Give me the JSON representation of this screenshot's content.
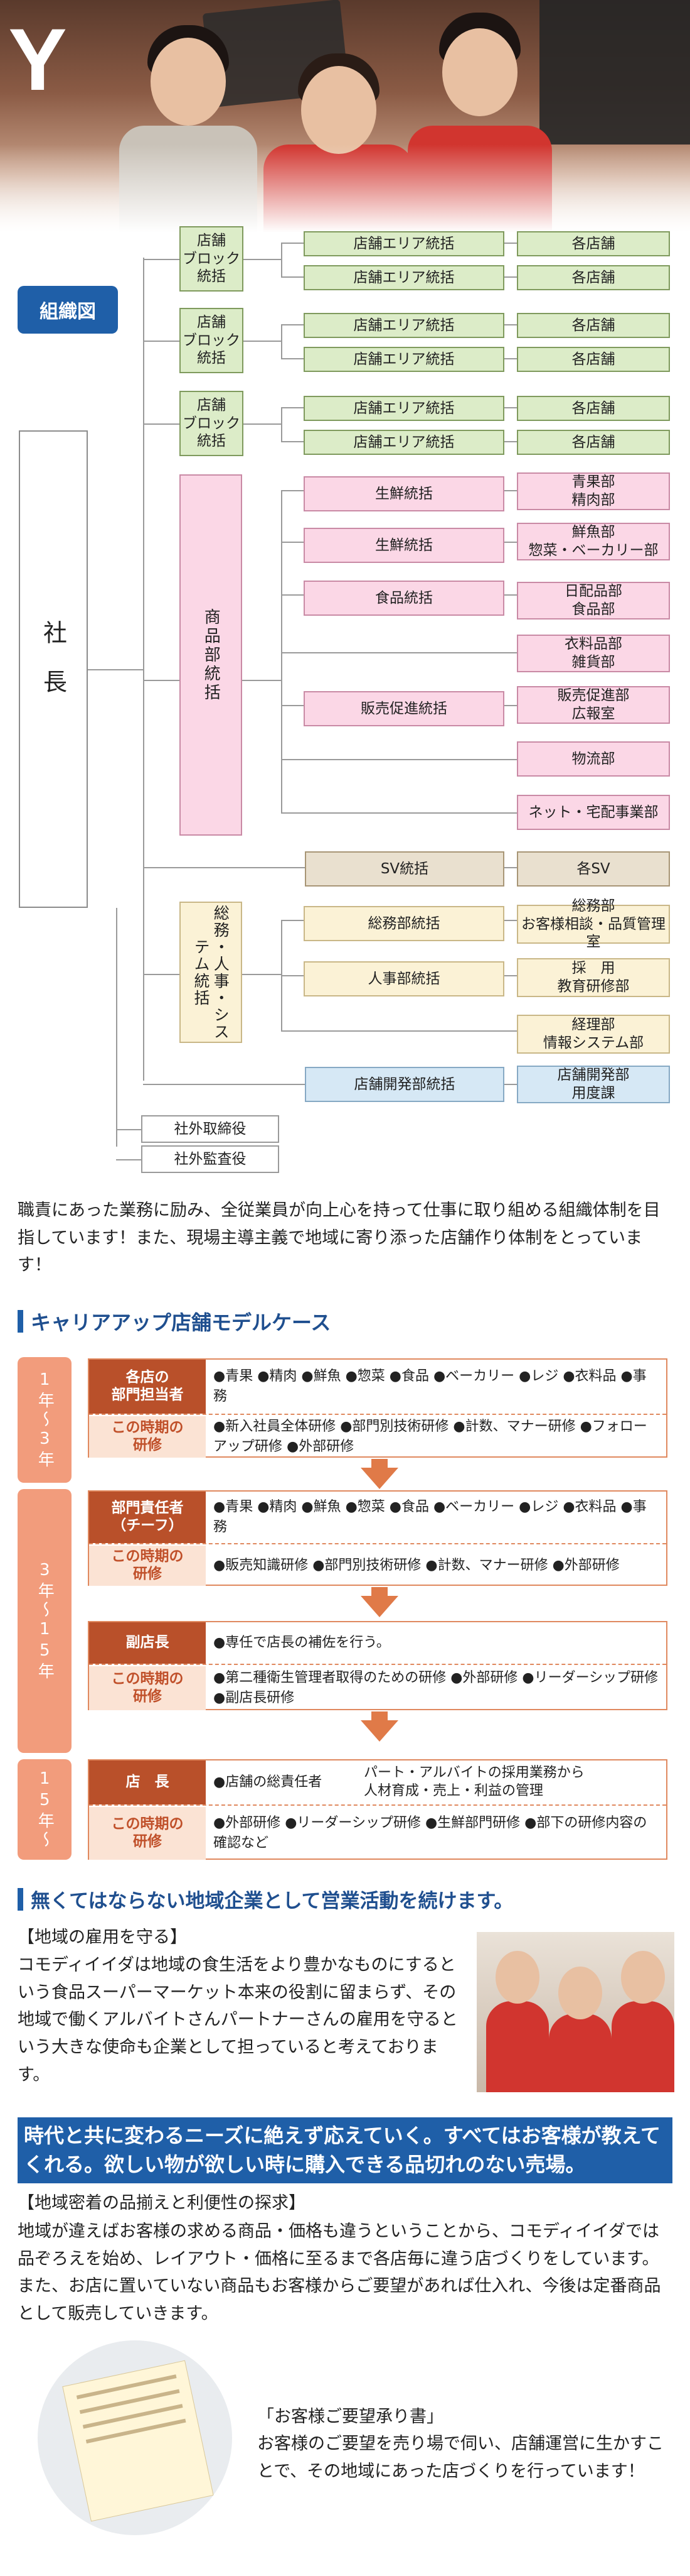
{
  "hero": {
    "logo": "Y"
  },
  "org": {
    "title": "組織図",
    "president": "社長",
    "blocks": [
      {
        "label": "店舗\nブロック\n統括",
        "areas": [
          "店舗エリア統括",
          "店舗エリア統括"
        ],
        "stores": [
          "各店舗",
          "各店舗"
        ]
      },
      {
        "label": "店舗\nブロック\n統括",
        "areas": [
          "店舗エリア統括",
          "店舗エリア統括"
        ],
        "stores": [
          "各店舗",
          "各店舗"
        ]
      },
      {
        "label": "店舗\nブロック\n統括",
        "areas": [
          "店舗エリア統括",
          "店舗エリア統括"
        ],
        "stores": [
          "各店舗",
          "各店舗"
        ]
      }
    ],
    "products": {
      "label": "商品部統括",
      "subs": [
        "生鮮統括",
        "生鮮統括",
        "食品統括",
        "販売促進統括"
      ],
      "depts": [
        "青果部\n精肉部",
        "鮮魚部\n惣菜・ベーカリー部",
        "日配品部\n食品部",
        "衣料品部\n雑貨部",
        "販売促進部\n広報室",
        "物流部",
        "ネット・宅配事業部"
      ]
    },
    "sv": {
      "label": "SV統括",
      "dept": "各SV"
    },
    "admin": {
      "label": "総務・人事・システム統括",
      "subs": [
        "総務部統括",
        "人事部統括"
      ],
      "depts": [
        "総務部\nお客様相談・品質管理室",
        "採　用\n教育研修部",
        "経理部\n情報システム部"
      ]
    },
    "dev": {
      "label": "店舗開発部統括",
      "dept": "店舗開発部\n用度課"
    },
    "outside": [
      "社外取締役",
      "社外監査役"
    ]
  },
  "intro": "職責にあった業務に励み、全従業員が向上心を持って仕事に取り組める組織体制を目指しています！また、現場主導主義で地域に寄り添った店舗作り体制をとっています！",
  "career": {
    "title": "キャリアアップ店舗モデルケース",
    "period_label": "この時期の\n研修",
    "bands": [
      "1年〜3年",
      "3年〜15年",
      "15年〜"
    ],
    "steps": [
      {
        "role": "各店の\n部門担当者",
        "duties": "●青果 ●精肉 ●鮮魚 ●惣菜 ●食品 ●ベーカリー ●レジ ●衣料品 ●事務",
        "training": "●新入社員全体研修 ●部門別技術研修 ●計数、マナー研修 ●フォローアップ研修 ●外部研修"
      },
      {
        "role": "部門責任者\n（チーフ）",
        "duties": "●青果 ●精肉 ●鮮魚 ●惣菜 ●食品 ●ベーカリー ●レジ ●衣料品 ●事務",
        "training": "●販売知識研修 ●部門別技術研修 ●計数、マナー研修 ●外部研修"
      },
      {
        "role": "副店長",
        "duties": "●専任で店長の補佐を行う。",
        "training": "●第二種衛生管理者取得のための研修 ●外部研修 ●リーダーシップ研修 ●副店長研修"
      },
      {
        "role": "店　長",
        "duties": "●店舗の総責任者",
        "duties_extra": "パート・アルバイトの採用業務から\n人材育成・売上・利益の管理",
        "training": "●外部研修 ●リーダーシップ研修 ●生鮮部門研修 ●部下の研修内容の確認など"
      }
    ]
  },
  "community": {
    "title": "無くてはならない地域企業として営業活動を続けます。",
    "subtitle": "【地域の雇用を守る】",
    "body": "コモディイイダは地域の食生活をより豊かなものにするという食品スーパーマーケット本来の役割に留まらず、その地域で働くアルバイトさんパートナーさんの雇用を守るという大きな使命も企業として担っていると考えております。"
  },
  "needs": {
    "title": "時代と共に変わるニーズに絶えず応えていく。すべてはお客様が教えてくれる。欲しい物が欲しい時に購入できる品切れのない売場。",
    "subtitle": "【地域密着の品揃えと利便性の探求】",
    "body": "地域が違えばお客様の求める商品・価格も違うということから、コモディイイダでは品ぞろえを始め、レイアウト・価格に至るまで各店毎に違う店づくりをしています。また、お店に置いていない商品もお客様からご要望があれば仕入れ、今後は定番商品として販売していきます。",
    "card_title": "「お客様ご要望承り書」",
    "card_body": "お客様のご要望を売り場で伺い、店舗運営に生かすことで、その地域にあった店づくりを行っています！"
  },
  "colors": {
    "accent": "#1f5fa8",
    "career": "#e07a48"
  }
}
